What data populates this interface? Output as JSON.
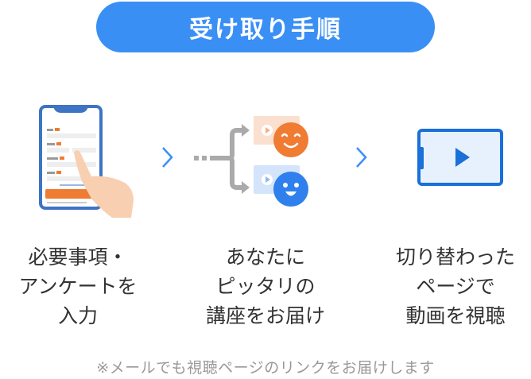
{
  "header": {
    "title": "受け取り手順"
  },
  "colors": {
    "accent_blue": "#3a8ff5",
    "icon_blue": "#1a6fd8",
    "orange": "#f07b32",
    "text": "#333333",
    "muted": "#999999"
  },
  "steps": [
    {
      "icon": "smartphone-form-tap-icon",
      "lines": [
        "必要事項・",
        "アンケートを",
        "入力"
      ]
    },
    {
      "icon": "branching-video-match-icon",
      "lines": [
        "あなたに",
        "ピッタリの",
        "講座をお届け"
      ]
    },
    {
      "icon": "video-play-tablet-icon",
      "lines": [
        "切り替わった",
        "ページで",
        "動画を視聴"
      ]
    }
  ],
  "arrows": [
    "chevron-right-icon",
    "chevron-right-icon"
  ],
  "footnote": "※メールでも視聴ページのリンクをお届けします"
}
